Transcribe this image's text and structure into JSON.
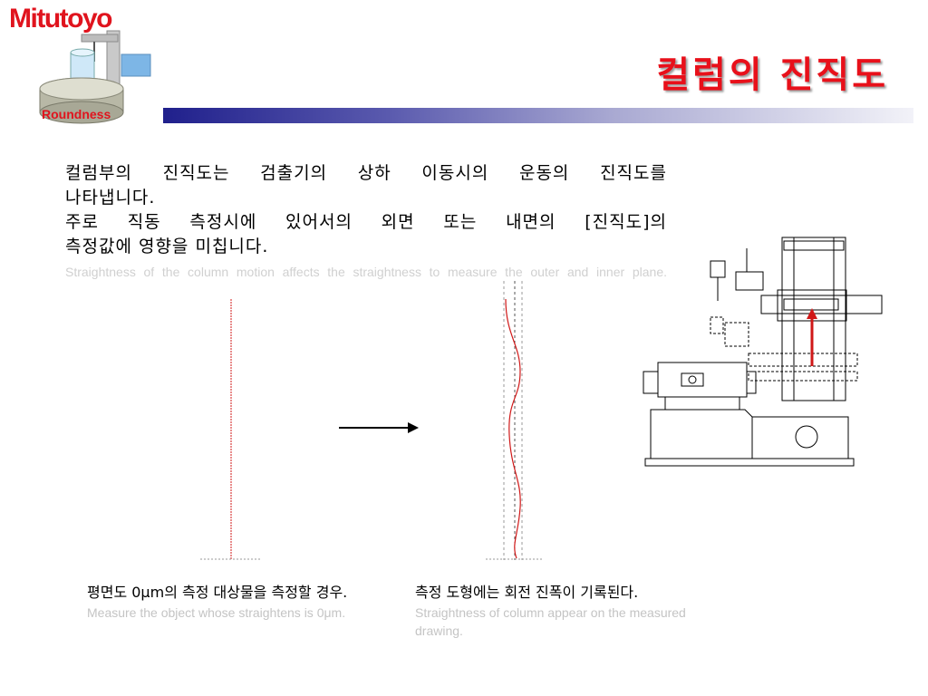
{
  "header": {
    "brand": "Mitutoyo",
    "badge_label": "Roundness",
    "title": "컬럼의 진직도"
  },
  "body": {
    "ko_lines": [
      "컬럼부의 진직도는 검출기의 상하 이동시의 운동의 진직도를",
      "나타냅니다.",
      "주로 직동 측정시에 있어서의 외면 또는 내면의 [진직도]의",
      "측정값에 영향을 미칩니다."
    ],
    "en": "Straightness of the column motion affects the straightness  to measure the outer and inner plane."
  },
  "captions": {
    "left_ko": "평면도 0μm의 측정 대상물을 측정할 경우.",
    "left_en": "Measure the object whose straightens is 0μm.",
    "right_ko": "측정 도형에는 회전 진폭이 기록된다.",
    "right_en": "Straightness of column appear on the measured drawing."
  },
  "colors": {
    "accent_red": "#e8101a",
    "bar_dark": "#20208c"
  }
}
